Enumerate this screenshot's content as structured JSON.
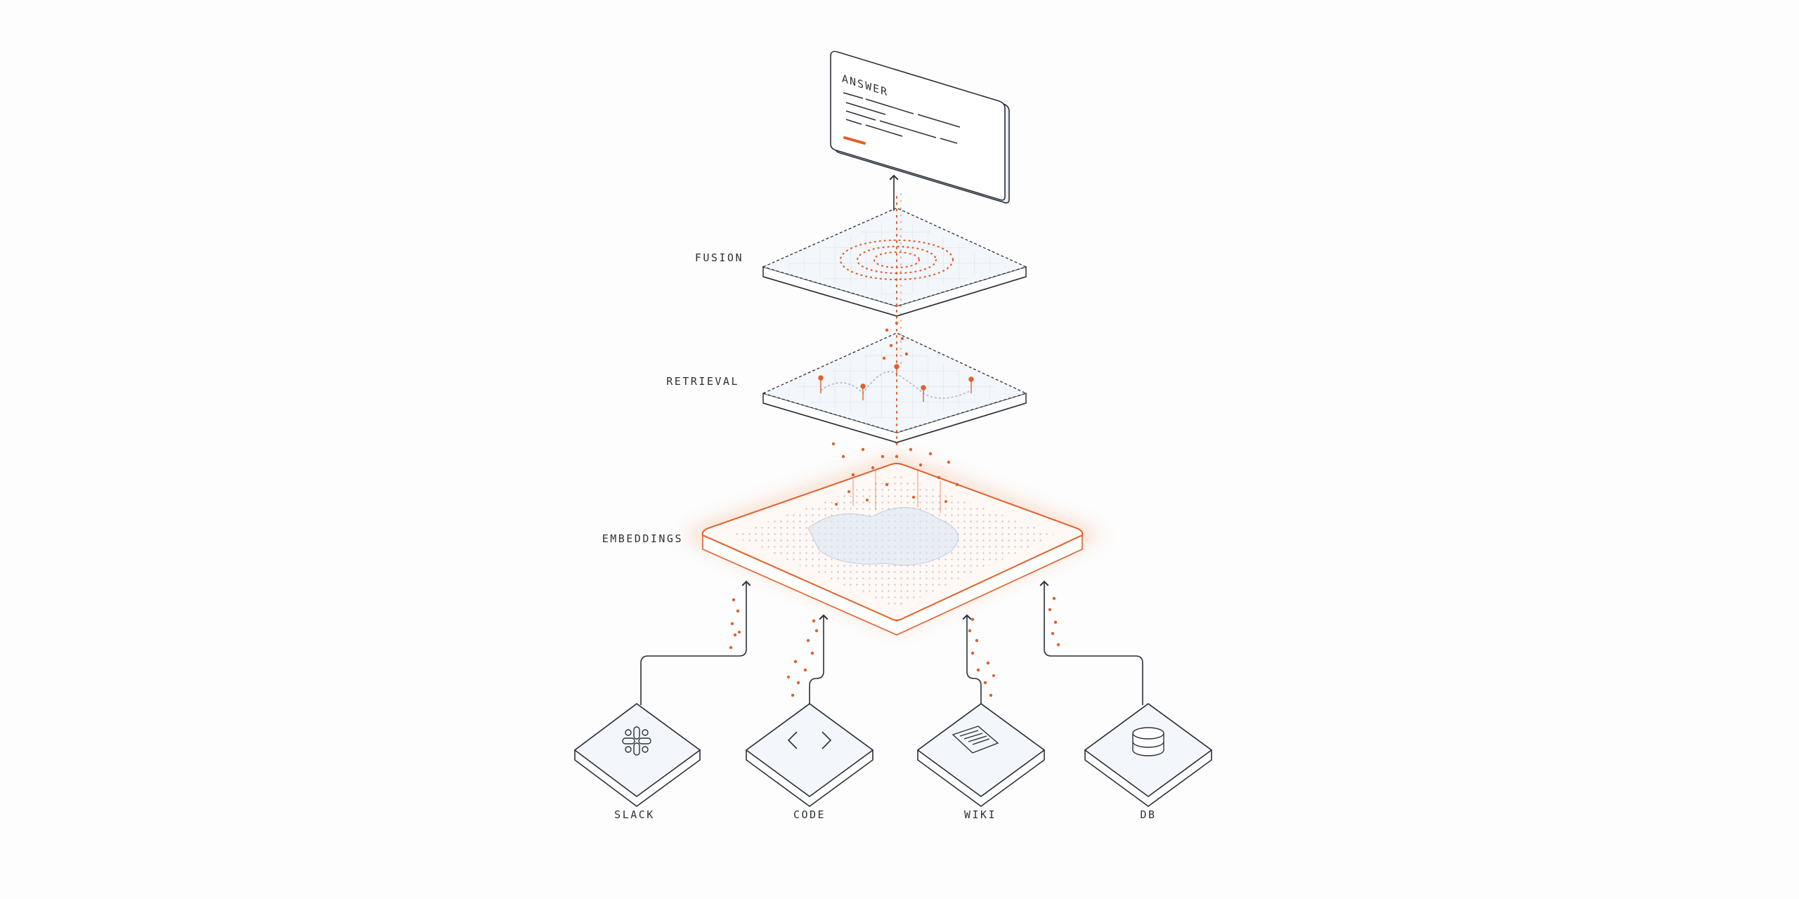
{
  "diagram": {
    "answer_label": "ANSWER",
    "layers": {
      "fusion": "FUSION",
      "retrieval": "RETRIEVAL",
      "embeddings": "EMBEDDINGS"
    },
    "sources": [
      {
        "label": "SLACK",
        "icon": "slack-icon"
      },
      {
        "label": "CODE",
        "icon": "code-brackets-icon"
      },
      {
        "label": "WIKI",
        "icon": "document-icon"
      },
      {
        "label": "DB",
        "icon": "database-icon"
      }
    ]
  },
  "colors": {
    "accent": "#e0602a",
    "line": "#2b3038",
    "surface": "#f3f6fb",
    "grid": "#c9d4e6"
  }
}
